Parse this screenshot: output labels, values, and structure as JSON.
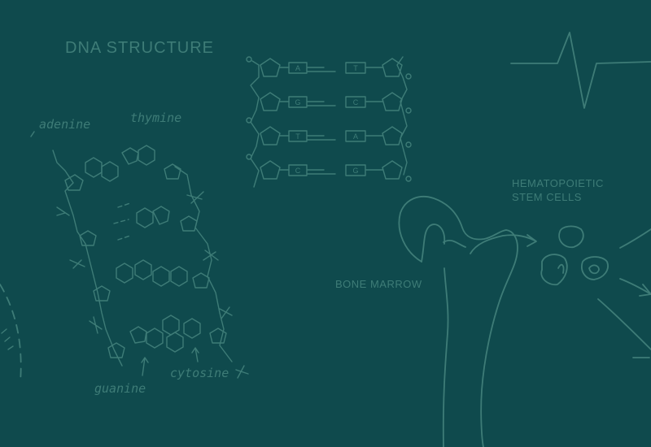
{
  "dna": {
    "title": "DNA STRUCTURE",
    "labels": {
      "adenine": "adenine",
      "thymine": "thymine",
      "guanine": "guanine",
      "cytosine": "cytosine"
    },
    "base_pairs": [
      {
        "left": "A",
        "right": "T"
      },
      {
        "left": "G",
        "right": "C"
      },
      {
        "left": "T",
        "right": "A"
      },
      {
        "left": "C",
        "right": "G"
      }
    ]
  },
  "bone": {
    "label": "BONE MARROW"
  },
  "cells": {
    "label_line1": "HEMATOPOIETIC",
    "label_line2": "STEM CELLS"
  },
  "colors": {
    "background": "#0f4a4d",
    "ink": "#3e7c77"
  }
}
